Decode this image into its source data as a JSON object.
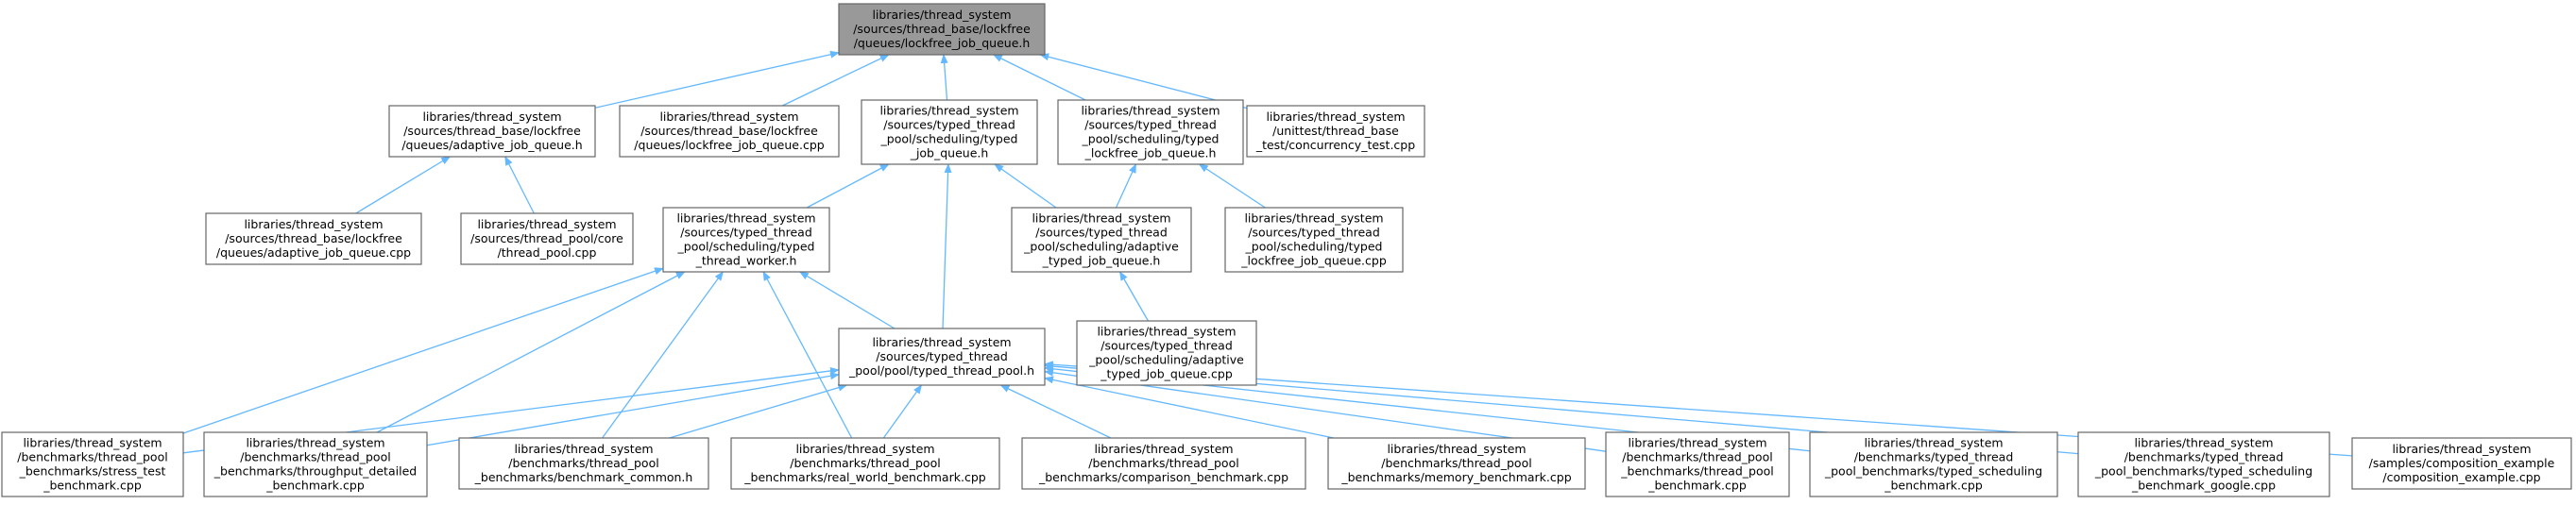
{
  "graph": {
    "edge_color": "#63b8ff",
    "root_fill": "#999999",
    "node_fill": "#ffffff",
    "node_border": "#666666",
    "nodes": {
      "root": [
        "libraries/thread_system",
        "/sources/thread_base/lockfree",
        "/queues/lockfree_job_queue.h"
      ],
      "adaptive_h": [
        "libraries/thread_system",
        "/sources/thread_base/lockfree",
        "/queues/adaptive_job_queue.h"
      ],
      "lockfree_cpp": [
        "libraries/thread_system",
        "/sources/thread_base/lockfree",
        "/queues/lockfree_job_queue.cpp"
      ],
      "typed_job_queue_h": [
        "libraries/thread_system",
        "/sources/typed_thread",
        "_pool/scheduling/typed",
        "_job_queue.h"
      ],
      "typed_lockfree_h": [
        "libraries/thread_system",
        "/sources/typed_thread",
        "_pool/scheduling/typed",
        "_lockfree_job_queue.h"
      ],
      "concurrency_test": [
        "libraries/thread_system",
        "/unittest/thread_base",
        "_test/concurrency_test.cpp"
      ],
      "adaptive_cpp": [
        "libraries/thread_system",
        "/sources/thread_base/lockfree",
        "/queues/adaptive_job_queue.cpp"
      ],
      "thread_pool_cpp": [
        "libraries/thread_system",
        "/sources/thread_pool/core",
        "/thread_pool.cpp"
      ],
      "typed_worker_h": [
        "libraries/thread_system",
        "/sources/typed_thread",
        "_pool/scheduling/typed",
        "_thread_worker.h"
      ],
      "adaptive_typed_h": [
        "libraries/thread_system",
        "/sources/typed_thread",
        "_pool/scheduling/adaptive",
        "_typed_job_queue.h"
      ],
      "typed_lockfree_cpp": [
        "libraries/thread_system",
        "/sources/typed_thread",
        "_pool/scheduling/typed",
        "_lockfree_job_queue.cpp"
      ],
      "typed_thread_pool_h": [
        "libraries/thread_system",
        "/sources/typed_thread",
        "_pool/pool/typed_thread_pool.h"
      ],
      "adaptive_typed_cpp": [
        "libraries/thread_system",
        "/sources/typed_thread",
        "_pool/scheduling/adaptive",
        "_typed_job_queue.cpp"
      ],
      "stress_test": [
        "libraries/thread_system",
        "/benchmarks/thread_pool",
        "_benchmarks/stress_test",
        "_benchmark.cpp"
      ],
      "throughput_detailed": [
        "libraries/thread_system",
        "/benchmarks/thread_pool",
        "_benchmarks/throughput_detailed",
        "_benchmark.cpp"
      ],
      "benchmark_common": [
        "libraries/thread_system",
        "/benchmarks/thread_pool",
        "_benchmarks/benchmark_common.h"
      ],
      "real_world": [
        "libraries/thread_system",
        "/benchmarks/thread_pool",
        "_benchmarks/real_world_benchmark.cpp"
      ],
      "comparison": [
        "libraries/thread_system",
        "/benchmarks/thread_pool",
        "_benchmarks/comparison_benchmark.cpp"
      ],
      "memory": [
        "libraries/thread_system",
        "/benchmarks/thread_pool",
        "_benchmarks/memory_benchmark.cpp"
      ],
      "thread_pool_benchmark": [
        "libraries/thread_system",
        "/benchmarks/thread_pool",
        "_benchmarks/thread_pool",
        "_benchmark.cpp"
      ],
      "typed_scheduling": [
        "libraries/thread_system",
        "/benchmarks/typed_thread",
        "_pool_benchmarks/typed_scheduling",
        "_benchmark.cpp"
      ],
      "typed_scheduling_google": [
        "libraries/thread_system",
        "/benchmarks/typed_thread",
        "_pool_benchmarks/typed_scheduling",
        "_benchmark_google.cpp"
      ],
      "composition_example": [
        "libraries/thread_system",
        "/samples/composition_example",
        "/composition_example.cpp"
      ]
    },
    "edges": [
      [
        "adaptive_h",
        "root"
      ],
      [
        "lockfree_cpp",
        "root"
      ],
      [
        "typed_job_queue_h",
        "root"
      ],
      [
        "typed_lockfree_h",
        "root"
      ],
      [
        "concurrency_test",
        "root"
      ],
      [
        "adaptive_cpp",
        "adaptive_h"
      ],
      [
        "thread_pool_cpp",
        "adaptive_h"
      ],
      [
        "typed_worker_h",
        "typed_job_queue_h"
      ],
      [
        "adaptive_typed_h",
        "typed_job_queue_h"
      ],
      [
        "typed_thread_pool_h",
        "typed_job_queue_h"
      ],
      [
        "adaptive_typed_h",
        "typed_lockfree_h"
      ],
      [
        "typed_lockfree_cpp",
        "typed_lockfree_h"
      ],
      [
        "adaptive_typed_cpp",
        "adaptive_typed_h"
      ],
      [
        "typed_thread_pool_h",
        "typed_worker_h"
      ],
      [
        "stress_test",
        "typed_worker_h"
      ],
      [
        "throughput_detailed",
        "typed_worker_h"
      ],
      [
        "benchmark_common",
        "typed_worker_h"
      ],
      [
        "real_world",
        "typed_worker_h"
      ],
      [
        "stress_test",
        "typed_thread_pool_h"
      ],
      [
        "throughput_detailed",
        "typed_thread_pool_h"
      ],
      [
        "benchmark_common",
        "typed_thread_pool_h"
      ],
      [
        "real_world",
        "typed_thread_pool_h"
      ],
      [
        "comparison",
        "typed_thread_pool_h"
      ],
      [
        "memory",
        "typed_thread_pool_h"
      ],
      [
        "thread_pool_benchmark",
        "typed_thread_pool_h"
      ],
      [
        "typed_scheduling",
        "typed_thread_pool_h"
      ],
      [
        "typed_scheduling_google",
        "typed_thread_pool_h"
      ],
      [
        "composition_example",
        "typed_thread_pool_h"
      ]
    ]
  }
}
